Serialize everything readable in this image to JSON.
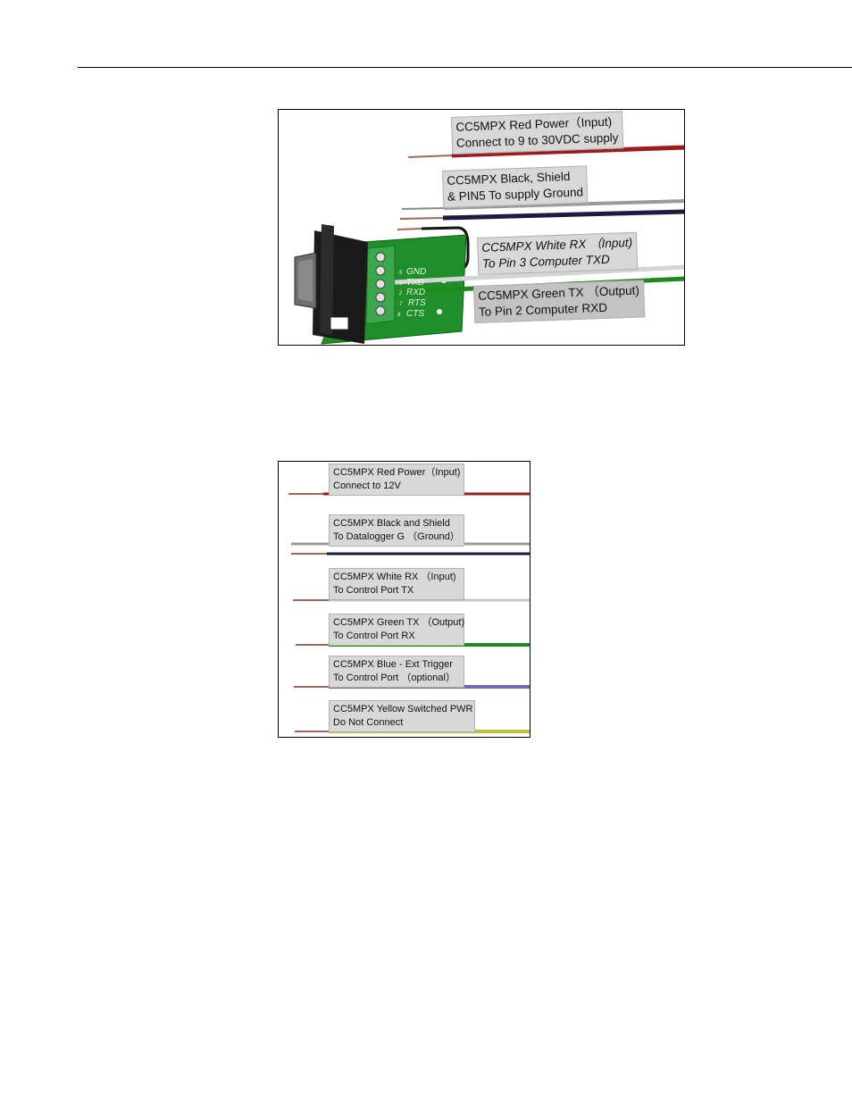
{
  "figure_1": {
    "labels": {
      "red": {
        "line1": "CC5MPX Red Power（Input)",
        "line2": "Connect to 9 to 30VDC supply"
      },
      "black": {
        "line1": "CC5MPX Black, Shield",
        "line2": "& PIN5 To supply Ground"
      },
      "white": {
        "line1": "CC5MPX White RX （Input)",
        "line2": "To Pin 3 Computer TXD"
      },
      "green": {
        "line1": "CC5MPX Green TX （Output)",
        "line2": "To Pin 2 Computer RXD"
      }
    },
    "pcb_pins": [
      {
        "num": "5",
        "name": "GND"
      },
      {
        "num": "3",
        "name": "TXD"
      },
      {
        "num": "2",
        "name": "RXD"
      },
      {
        "num": "7",
        "name": "RTS"
      },
      {
        "num": "8",
        "name": "CTS"
      }
    ],
    "colors": {
      "pcb": "#1f8f2a",
      "terminal": "#3aa84a",
      "connector": "#1a1a1a"
    }
  },
  "figure_2": {
    "labels": {
      "red": {
        "line1": "CC5MPX Red Power（Input)",
        "line2": "Connect to 12V"
      },
      "black": {
        "line1": "CC5MPX Black and Shield",
        "line2": "To Datalogger G （Ground）"
      },
      "white": {
        "line1": "CC5MPX White RX （Input)",
        "line2": "To Control Port TX"
      },
      "green": {
        "line1": "CC5MPX Green TX （Output)",
        "line2": "To Control Port RX"
      },
      "blue": {
        "line1": "CC5MPX Blue - Ext Trigger",
        "line2": "To Control Port （optional）"
      },
      "yellow": {
        "line1": "CC5MPX Yellow Switched PWR",
        "line2": "Do Not Connect"
      }
    },
    "wire_colors": {
      "red": "#9b1c1c",
      "shield": "#9a9a9a",
      "black": "#1c1c40",
      "white": "#c8c8c8",
      "green": "#1e8a1e",
      "blue": "#6b6bb5",
      "yellow": "#b8c23a",
      "copper": "#a0685a"
    }
  }
}
